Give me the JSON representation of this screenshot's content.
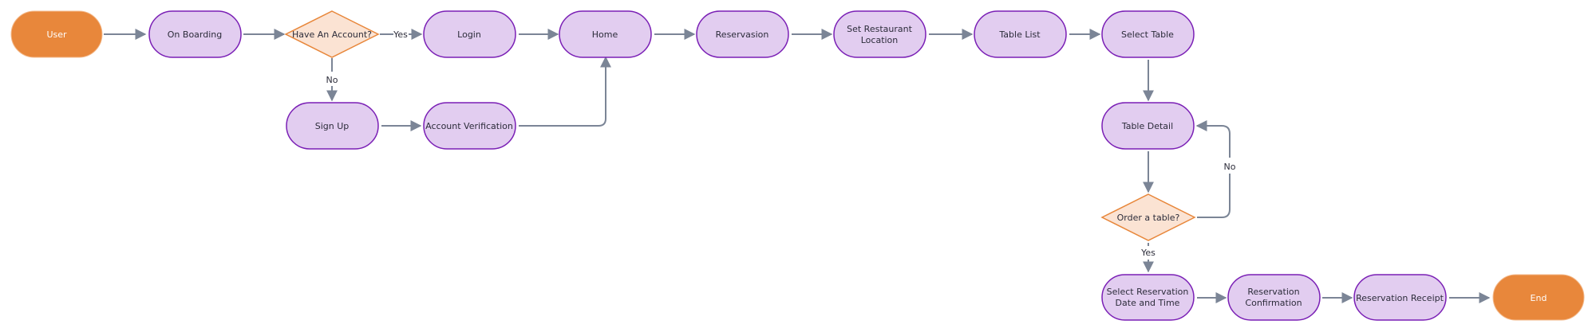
{
  "colors": {
    "terminal_fill": "#e8873b",
    "process_fill": "#e2cdf0",
    "process_stroke": "#7a1fb5",
    "decision_fill": "#fbe3d3",
    "decision_stroke": "#e8873b",
    "edge": "#7b8596"
  },
  "nodes": {
    "user": "User",
    "onboarding": "On Boarding",
    "have_account": "Have An Account?",
    "login": "Login",
    "home": "Home",
    "reservasion": "Reservasion",
    "set_location_1": "Set Restaurant",
    "set_location_2": "Location",
    "table_list": "Table List",
    "select_table": "Select Table",
    "signup": "Sign Up",
    "account_verification": "Account Verification",
    "table_detail": "Table Detail",
    "order_table": "Order a table?",
    "select_datetime_1": "Select Reservation",
    "select_datetime_2": "Date and Time",
    "reservation_confirmation_1": "Reservation",
    "reservation_confirmation_2": "Confirmation",
    "reservation_receipt": "Reservation Receipt",
    "end": "End"
  },
  "edge_labels": {
    "account_yes": "Yes",
    "account_no": "No",
    "order_yes": "Yes",
    "order_no": "No"
  }
}
